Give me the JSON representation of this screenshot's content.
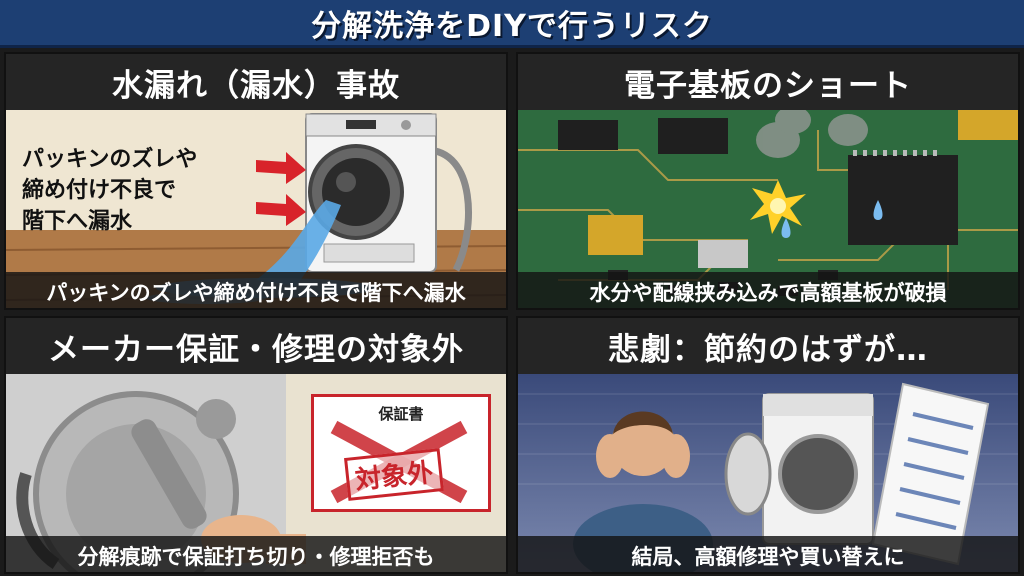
{
  "banner": {
    "title": "分解洗浄をDIYで行うリスク"
  },
  "panels": [
    {
      "title": "水漏れ（漏水）事故",
      "callout": [
        "パッキンのズレや",
        "締め付け不良で",
        "階下へ漏水"
      ],
      "caption": "パッキンのズレや締め付け不良で階下へ漏水"
    },
    {
      "title": "電子基板のショート",
      "caption": "水分や配線挟み込みで高額基板が破損"
    },
    {
      "title": "メーカー保証・修理の対象外",
      "certificate": {
        "heading": "保証書",
        "stamp": "対象外"
      },
      "caption": "分解痕跡で保証打ち切り・修理拒否も"
    },
    {
      "title": "悲劇：節約のはずが…",
      "caption": "結局、高額修理や買い替えに"
    }
  ],
  "colors": {
    "banner": "#1d3f73",
    "stamp": "#c8242b",
    "arrow": "#d8232a",
    "water": "#5aa8e6",
    "board": "#2e6b3f"
  },
  "icons": [
    "washing-machine-icon",
    "water-icon",
    "red-arrow-icon",
    "circuit-board-icon",
    "spark-icon",
    "smoke-icon",
    "wrench-icon",
    "warranty-certificate-icon",
    "x-mark-icon",
    "distressed-person-icon",
    "invoice-icon"
  ]
}
